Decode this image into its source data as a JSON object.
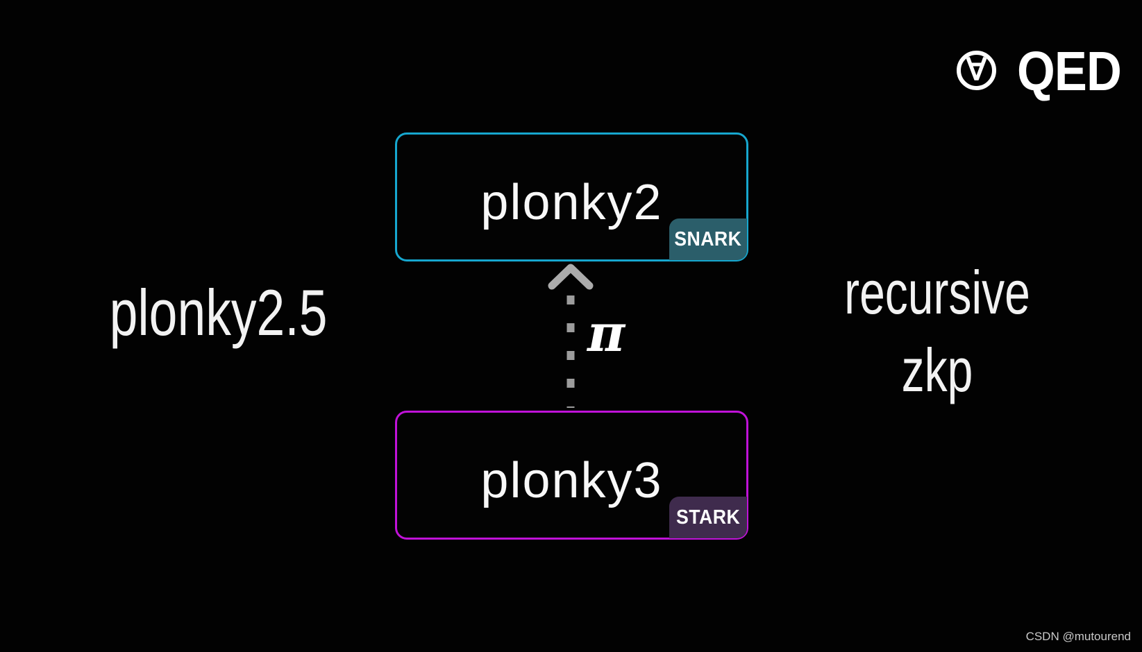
{
  "page": {
    "background_color": "#020202"
  },
  "logo": {
    "symbol": "∀",
    "text": "QED"
  },
  "diagram": {
    "nodes": [
      {
        "id": "plonky2",
        "label": "plonky2",
        "badge": "SNARK",
        "border_color": "#16a7cf",
        "badge_color": "#2b5e6a"
      },
      {
        "id": "plonky3",
        "label": "plonky3",
        "badge": "STARK",
        "border_color": "#c012d8",
        "badge_color": "#3f2b4d"
      }
    ],
    "arrow": {
      "label": "π",
      "from": "plonky3",
      "to": "plonky2",
      "style": "dashed",
      "color": "#9c9c9c"
    }
  },
  "annotations": {
    "left": "plonky2.5",
    "right_line1": "recursive",
    "right_line2": "zkp"
  },
  "watermark": "CSDN @mutourend"
}
